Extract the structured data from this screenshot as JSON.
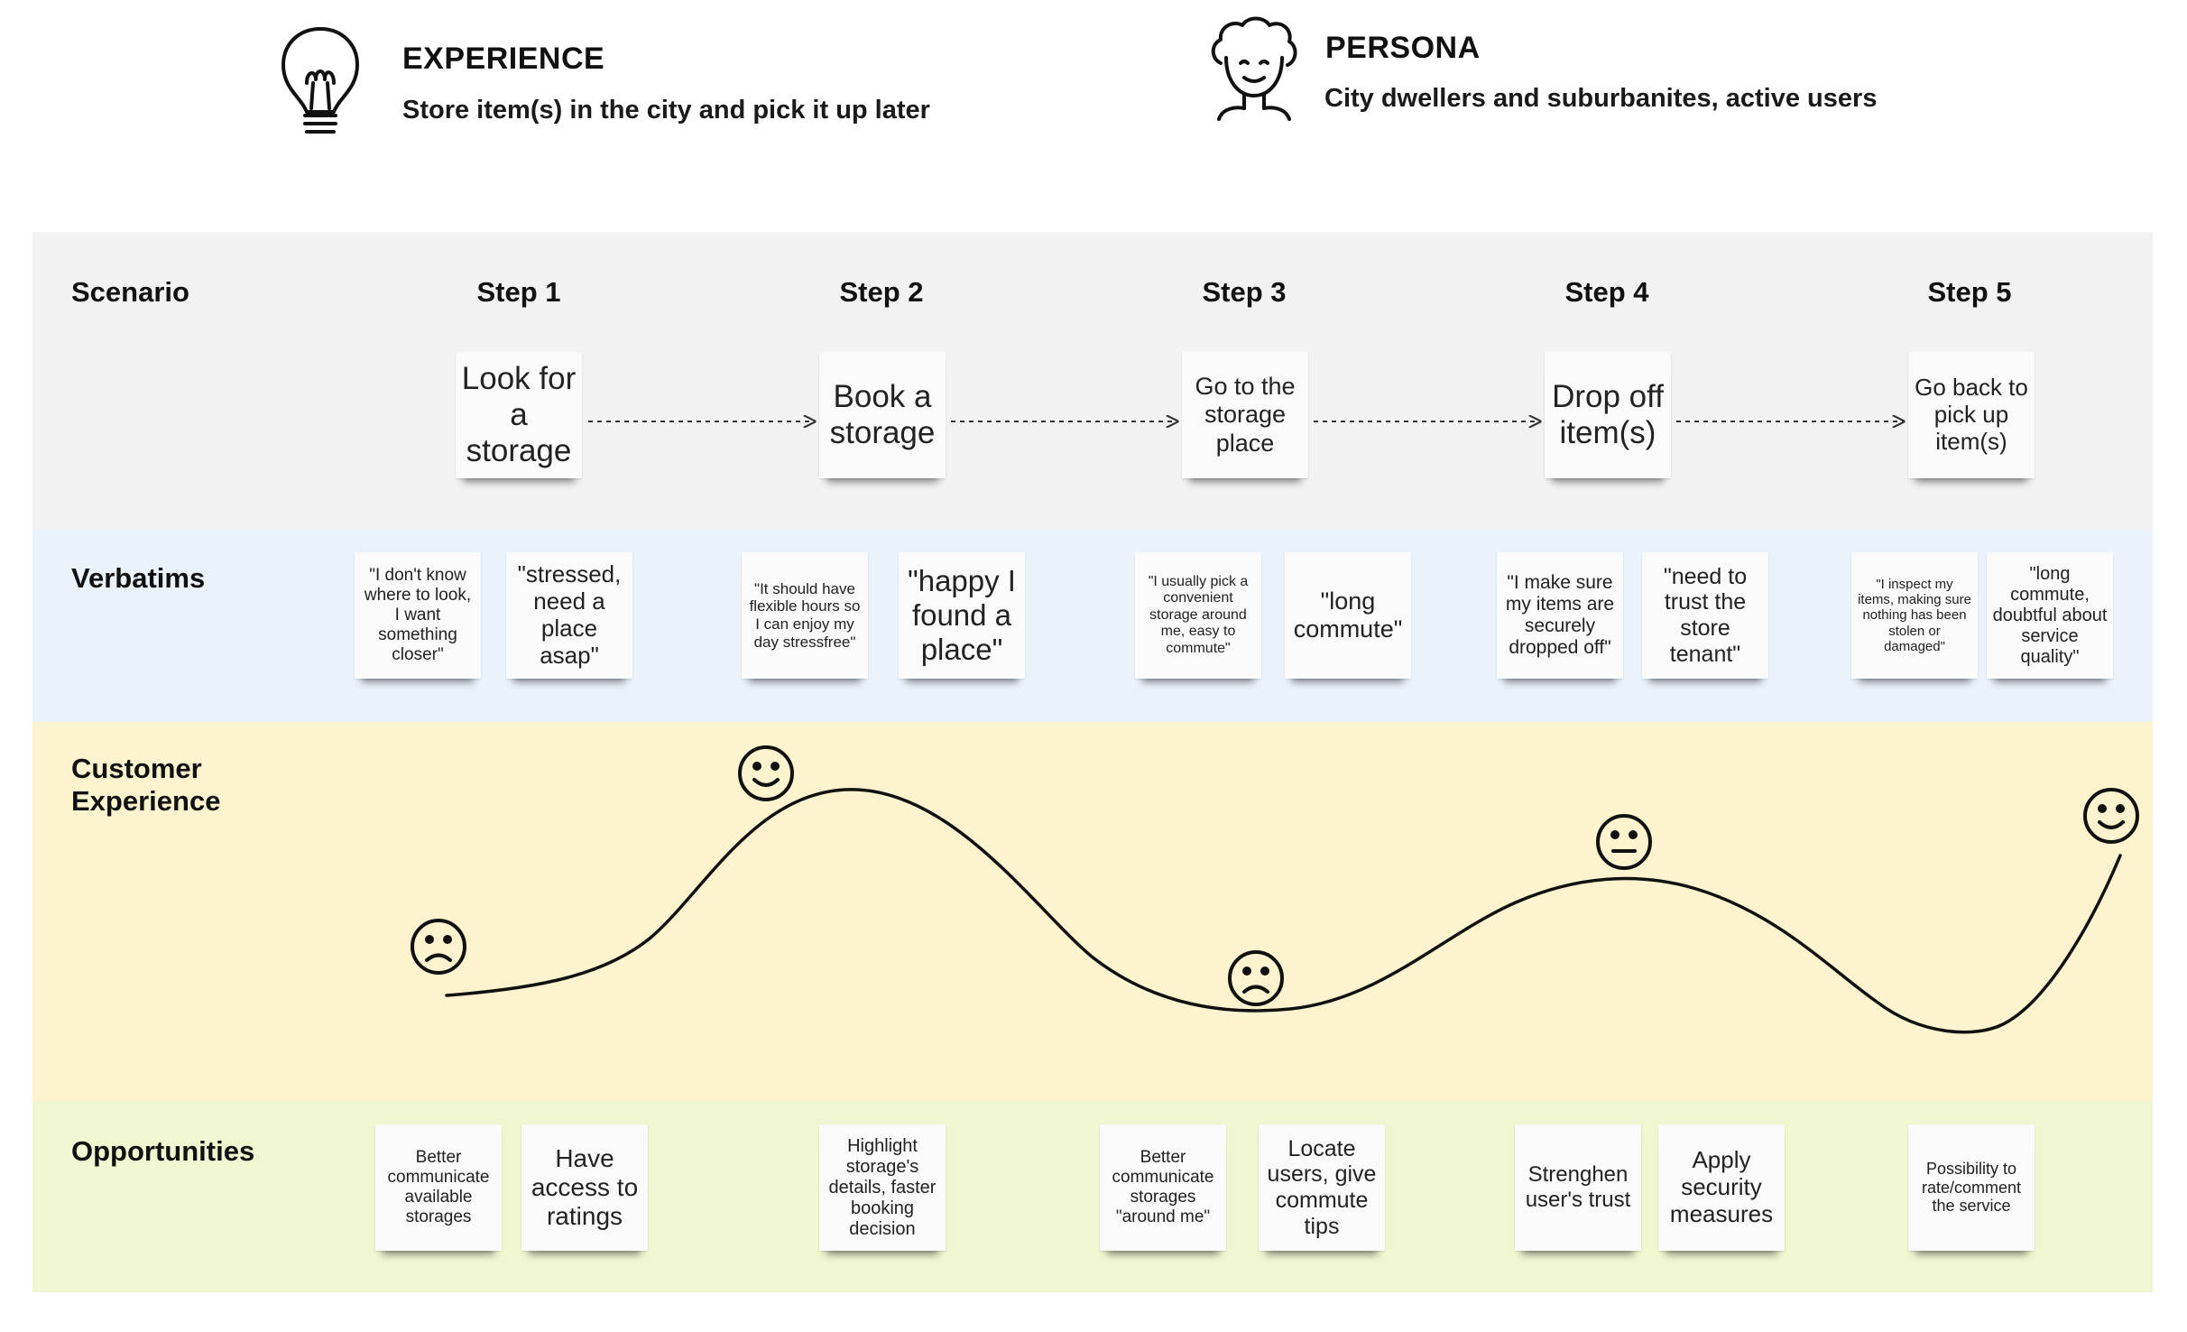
{
  "header": {
    "experience": {
      "title": "EXPERIENCE",
      "subtitle": "Store item(s) in the city and pick it up later",
      "icon": "lightbulb-icon"
    },
    "persona": {
      "title": "PERSONA",
      "subtitle": "City dwellers and suburbanites, active users",
      "icon": "persona-face-icon"
    }
  },
  "rows": {
    "scenario": "Scenario",
    "verbatims": "Verbatims",
    "customer_experience": "Customer Experience",
    "opportunities": "Opportunities"
  },
  "steps": [
    {
      "label": "Step 1",
      "scenario": "Look for a storage",
      "verbatims": [
        "\"I don't know where to look, I want something closer\"",
        "\"stressed, need a place asap\""
      ],
      "emotion": "sad-face-icon",
      "opportunities": [
        "Better communicate available storages",
        "Have access to ratings"
      ]
    },
    {
      "label": "Step 2",
      "scenario": "Book a storage",
      "verbatims": [
        "\"It should have flexible hours so I can enjoy my day stressfree\"",
        "\"happy I found a place\""
      ],
      "emotion": "happy-face-icon",
      "opportunities": [
        "Highlight storage's details, faster booking decision"
      ]
    },
    {
      "label": "Step 3",
      "scenario": "Go to the storage place",
      "verbatims": [
        "\"I usually pick a convenient storage around me, easy to commute\"",
        "\"long commute\""
      ],
      "emotion": "sad-face-icon",
      "opportunities": [
        "Better communicate storages \"around me\"",
        "Locate users, give commute tips"
      ]
    },
    {
      "label": "Step 4",
      "scenario": "Drop off item(s)",
      "verbatims": [
        "\"I make sure my items are securely dropped off\"",
        "\"need to trust the store tenant\""
      ],
      "emotion": "neutral-face-icon",
      "opportunities": [
        "Strenghen user's trust",
        "Apply security measures"
      ]
    },
    {
      "label": "Step 5",
      "scenario": "Go back to pick up item(s)",
      "verbatims": [
        "\"I inspect my items, making sure nothing has been stolen or damaged\"",
        "\"long commute, doubtful about service quality\""
      ],
      "emotion": "happy-face-icon",
      "opportunities": [
        "Possibility to rate/comment the service"
      ]
    }
  ],
  "colors": {
    "scenario_band": "#f2f2f2",
    "verbatims_band": "#eaf3fb",
    "customer_experience_band": "#fdf3cf",
    "opportunities_band": "#f0f6cf",
    "note": "#fafafa",
    "line": "#111111"
  }
}
